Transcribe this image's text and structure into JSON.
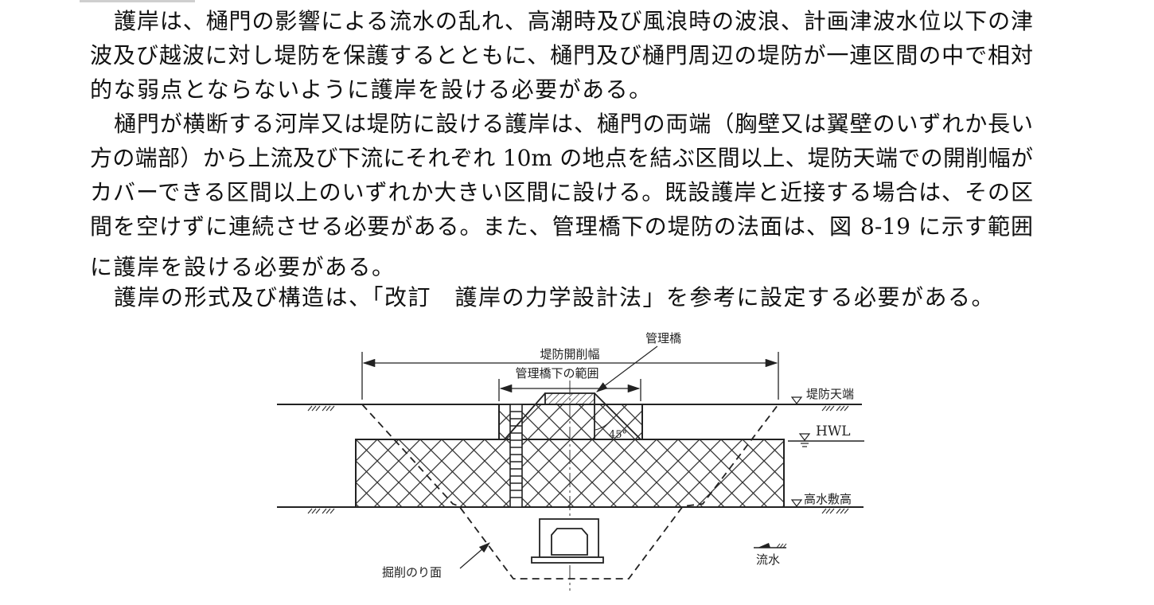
{
  "paragraphs": {
    "lines": [
      "護岸は、樋門の影響による流水の乱れ、高潮時及び風浪時の波浪、計画津波水位以下の津",
      "波及び越波に対し堤防を保護するとともに、樋門及び樋門周辺の堤防が一連区間の中で相対",
      "的な弱点とならないように護岸を設ける必要がある。",
      "樋門が横断する河岸又は堤防に設ける護岸は、樋門の両端（胸壁又は翼壁のいずれか長い",
      "方の端部）から上流及び下流にそれぞれ 10m の地点を結ぶ区間以上、堤防天端での開削幅が",
      "カバーできる区間以上のいずれか大きい区間に設ける。既設護岸と近接する場合は、その区",
      "間を空けずに連続させる必要がある。また、管理橋下の堤防の法面は、図 8-19 に示す範囲",
      "に護岸を設ける必要がある。",
      "護岸の形式及び構造は、「改訂　護岸の力学設計法」を参考に設定する必要がある。"
    ]
  },
  "figure": {
    "labels": {
      "bridge": "管理橋",
      "excavation_width": "堤防開削幅",
      "under_bridge_range": "管理橋下の範囲",
      "crest": "堤防天端",
      "hwl": "HWL",
      "high_floodplain": "高水敷高",
      "angle": "45°",
      "excavation_slope": "掘削のり面",
      "flow": "流水"
    }
  }
}
